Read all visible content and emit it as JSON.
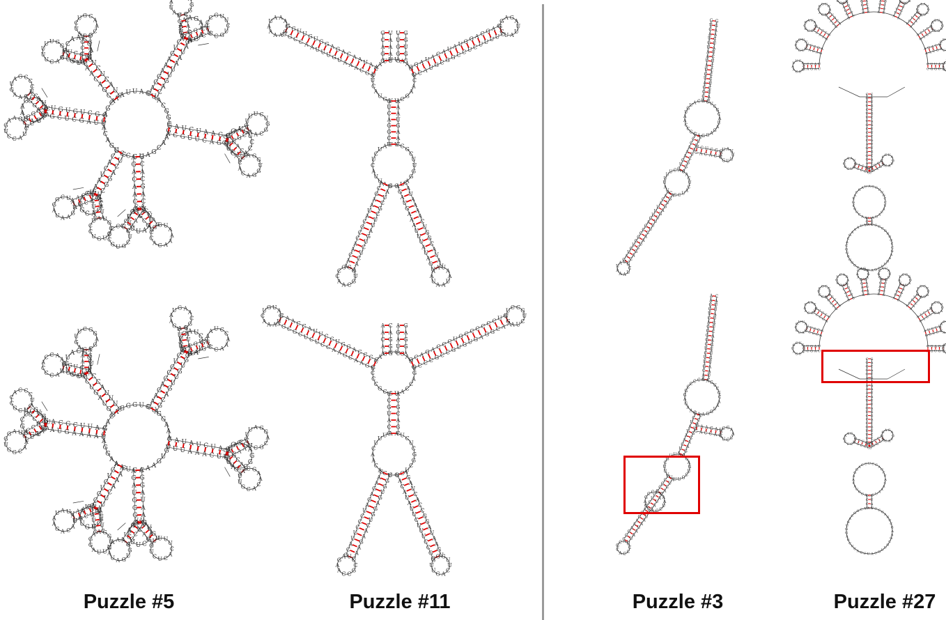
{
  "colors": {
    "pair_bond": "#e00000",
    "backbone": "#333333",
    "divider": "#9a9a9a",
    "highlight_box": "#e00000",
    "caption_text": "#111111"
  },
  "nucleotide_letters": [
    "A",
    "C",
    "G",
    "U"
  ],
  "panels": [
    {
      "caption": "Puzzle #5"
    },
    {
      "caption": "Puzzle #11"
    },
    {
      "caption": "Puzzle #3"
    },
    {
      "caption": "Puzzle #27"
    }
  ]
}
